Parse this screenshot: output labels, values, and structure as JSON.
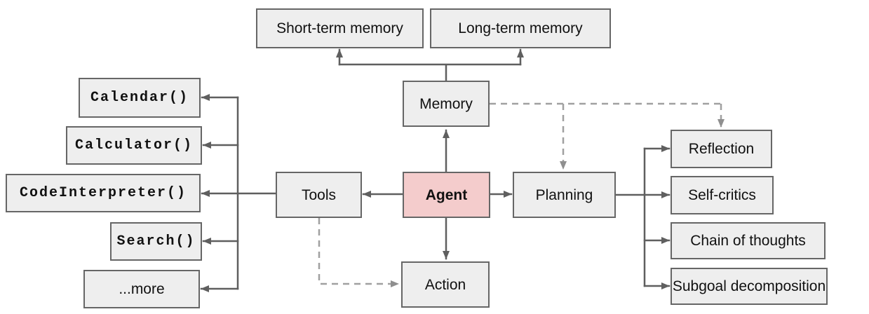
{
  "nodes": {
    "short_term_memory": {
      "label": "Short-term memory"
    },
    "long_term_memory": {
      "label": "Long-term memory"
    },
    "memory": {
      "label": "Memory"
    },
    "agent": {
      "label": "Agent"
    },
    "tools": {
      "label": "Tools"
    },
    "planning": {
      "label": "Planning"
    },
    "action": {
      "label": "Action"
    },
    "calendar": {
      "label": "Calendar()"
    },
    "calculator": {
      "label": "Calculator()"
    },
    "code_interpreter": {
      "label": "CodeInterpreter()"
    },
    "search": {
      "label": "Search()"
    },
    "more": {
      "label": "...more"
    },
    "reflection": {
      "label": "Reflection"
    },
    "self_critics": {
      "label": "Self-critics"
    },
    "chain_of_thoughts": {
      "label": "Chain of thoughts"
    },
    "subgoal_decomposition": {
      "label": "Subgoal decomposition"
    }
  },
  "edges": [
    {
      "from": "memory",
      "to": "short_term_memory",
      "style": "solid"
    },
    {
      "from": "memory",
      "to": "long_term_memory",
      "style": "solid"
    },
    {
      "from": "agent",
      "to": "memory",
      "style": "solid"
    },
    {
      "from": "agent",
      "to": "tools",
      "style": "solid"
    },
    {
      "from": "agent",
      "to": "planning",
      "style": "solid"
    },
    {
      "from": "agent",
      "to": "action",
      "style": "solid"
    },
    {
      "from": "tools",
      "to": "calendar",
      "style": "solid"
    },
    {
      "from": "tools",
      "to": "calculator",
      "style": "solid"
    },
    {
      "from": "tools",
      "to": "code_interpreter",
      "style": "solid"
    },
    {
      "from": "tools",
      "to": "search",
      "style": "solid"
    },
    {
      "from": "tools",
      "to": "more",
      "style": "solid"
    },
    {
      "from": "planning",
      "to": "reflection",
      "style": "solid"
    },
    {
      "from": "planning",
      "to": "self_critics",
      "style": "solid"
    },
    {
      "from": "planning",
      "to": "chain_of_thoughts",
      "style": "solid"
    },
    {
      "from": "planning",
      "to": "subgoal_decomposition",
      "style": "solid"
    },
    {
      "from": "memory",
      "to": "planning",
      "style": "dashed"
    },
    {
      "from": "memory",
      "to": "reflection",
      "style": "dashed"
    },
    {
      "from": "tools",
      "to": "action",
      "style": "dashed"
    }
  ],
  "colors": {
    "node_fill": "#eeeeee",
    "node_border": "#666666",
    "agent_fill": "#f4cccc",
    "solid_line": "#5f5f5f",
    "dashed_line": "#a0a0a0",
    "dashed_arrowhead": "#8f8f8f",
    "text": "#111111",
    "background": "#ffffff"
  }
}
